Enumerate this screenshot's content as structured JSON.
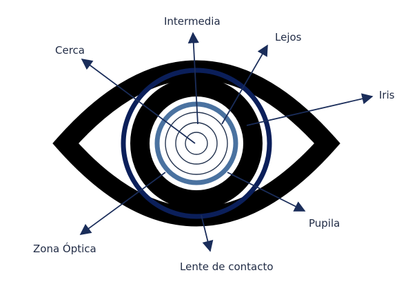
{
  "labels": {
    "intermedia": "Intermedia",
    "lejos": "Lejos",
    "cerca": "Cerca",
    "iris": "Iris",
    "pupila": "Pupila",
    "zona_optica": "Zona Óptica",
    "lente": "Lente de contacto"
  },
  "colors": {
    "eye_outline": "#000000",
    "lens_ring": "#0b1f5a",
    "optic_ring": "#4a72a0",
    "inner_rings": "#23334f",
    "arrows": "#1a2d5a",
    "text": "#1f2a44"
  }
}
